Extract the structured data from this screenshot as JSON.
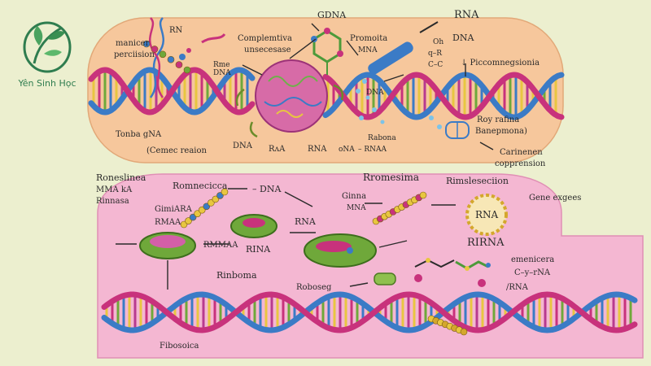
{
  "logo": {
    "caption": "Yên Sinh Học",
    "accent": "#2f7d4f"
  },
  "colors": {
    "background": "#ecefcf",
    "top_panel": "#f6c79c",
    "bottom_panel": "#f4b7d2",
    "strand_blue": "#3b7bc6",
    "strand_magenta": "#c8327c",
    "nucleus": "#d35fa8",
    "ribosome": "#6fa83a",
    "rung_yellow": "#e8c640"
  },
  "top": {
    "labels": {
      "gdna": "GDNA",
      "rna_top": "RNA",
      "manicer": "manicer",
      "perciision": "perciision",
      "rn_small": "RN",
      "rme_dna": "Rme\nDNA",
      "complementive": "Complemtiva",
      "unsecesace": "unsecesase",
      "promoita": "Promoita",
      "mna": "MNA",
      "oh": "Oh",
      "qr": "q–R",
      "cc": "C–C",
      "dna_right": "DNA",
      "piccomnegsionia": "↓ Piccomnegsionia",
      "tonba_gna": "Tonba gNA",
      "cemecreaion": "(Cemec reaion",
      "dna_mid": "DNA",
      "ra": "RʌA",
      "rna_mid": "RNA",
      "ona": "oNA",
      "rnaa": "– RNAA",
      "rabona": "Rabona",
      "dna_small": "DNA",
      "roy_rafina": "Roy rafina",
      "banepmona": "Banepmona)",
      "carinenen": "Carinenen",
      "copprension": "copprension"
    }
  },
  "bottom": {
    "labels": {
      "roneslinea": "Roneslinea",
      "mma_ka": "MMA kA",
      "rinnasa": "Rinnasa",
      "romnecicca": "Romnecicca",
      "dna": "– DNA",
      "rromesima": "Rromesima",
      "rimslesecion": "Rimsleseciion",
      "gene_excgees": "Gene exgees",
      "gimiara": "GimiARA",
      "rmaa": "RMAA",
      "ginna": "Ginna",
      "mna": "MNA",
      "rna_center": "RNA",
      "rna_badge": "RNA",
      "rirna": "RIRNA",
      "rmmaa": "RMMAA",
      "rina": "RINA",
      "emenicera": "emenicera",
      "y_rna": "C–y–rNA",
      "rna_slash": "/RNA",
      "rinboma": "Rinboma",
      "roboseg": "Roboseg",
      "fibosoica": "Fibosoica"
    }
  }
}
